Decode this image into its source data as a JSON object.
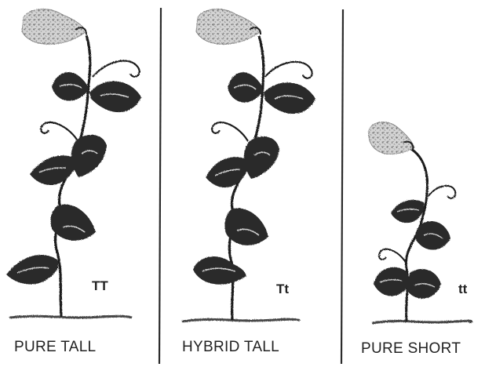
{
  "colors": {
    "ink": "#1b1b1b",
    "leaf": "#2a2a2a",
    "leaf_highlight": "#cfcfcf",
    "flower": "#bdbdbd",
    "flower_dark": "#8a8a8a",
    "ground": "#444444",
    "divider": "#2b2b2b",
    "paper": "#ffffff"
  },
  "plants": [
    {
      "caption": "PURE TALL",
      "genotype": "TT"
    },
    {
      "caption": "HYBRID TALL",
      "genotype": "Tt"
    },
    {
      "caption": "PURE SHORT",
      "genotype": "tt"
    }
  ]
}
